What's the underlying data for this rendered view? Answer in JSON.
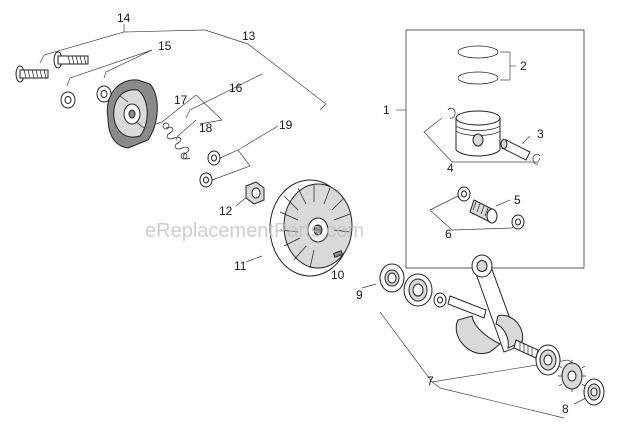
{
  "watermark": "eReplacementParts.com",
  "callouts": {
    "c1": "1",
    "c2": "2",
    "c3": "3",
    "c4": "4",
    "c5": "5",
    "c6": "6",
    "c7": "7",
    "c8": "8",
    "c9": "9",
    "c10": "10",
    "c11": "11",
    "c12": "12",
    "c13": "13",
    "c14": "14",
    "c15": "15",
    "c16": "16",
    "c17": "17",
    "c18": "18",
    "c19": "19"
  },
  "icons": {
    "screw": "screw-icon",
    "washer": "washer-icon",
    "clutch": "clutch-icon",
    "spring": "spring-icon",
    "nut": "nut-icon",
    "flywheel": "flywheel-icon",
    "piston_rings": "piston-ring-icon",
    "piston": "piston-icon",
    "piston_pin": "piston-pin-icon",
    "bearing": "needle-bearing-icon",
    "crankshaft": "crankshaft-icon",
    "ball_bearing": "ball-bearing-icon",
    "gear": "gear-icon",
    "seal": "seal-icon",
    "key": "key-icon"
  }
}
